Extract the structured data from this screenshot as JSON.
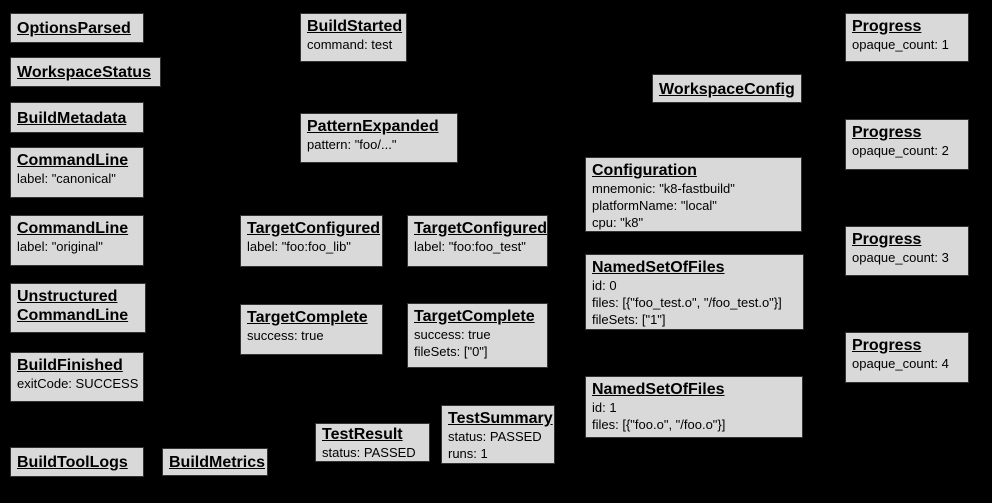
{
  "diagram": {
    "description": "Bazel Build Event Protocol event graph",
    "colors": {
      "background": "#000000",
      "node_fill": "#d9d9d9",
      "node_border": "#333333",
      "text": "#000000"
    }
  },
  "nodes": {
    "optionsParsed": {
      "title": "OptionsParsed"
    },
    "workspaceStatus": {
      "title": "WorkspaceStatus"
    },
    "buildMetadata": {
      "title": "BuildMetadata"
    },
    "commandLineCanonical": {
      "title": "CommandLine",
      "line1": "label: \"canonical\""
    },
    "commandLineOriginal": {
      "title": "CommandLine",
      "line1": "label: \"original\""
    },
    "unstructuredCommandLine": {
      "title": "Unstructured",
      "title2": "CommandLine"
    },
    "buildFinished": {
      "title": "BuildFinished",
      "line1": "exitCode: SUCCESS"
    },
    "buildToolLogs": {
      "title": "BuildToolLogs"
    },
    "buildMetrics": {
      "title": "BuildMetrics"
    },
    "buildStarted": {
      "title": "BuildStarted",
      "line1": "command: test"
    },
    "patternExpanded": {
      "title": "PatternExpanded",
      "line1": "pattern: \"foo/...\""
    },
    "targetConfiguredLib": {
      "title": "TargetConfigured",
      "line1": "label: \"foo:foo_lib\""
    },
    "targetConfiguredTest": {
      "title": "TargetConfigured",
      "line1": "label: \"foo:foo_test\""
    },
    "targetCompleteLib": {
      "title": "TargetComplete",
      "line1": "success: true"
    },
    "targetCompleteTest": {
      "title": "TargetComplete",
      "line1": "success: true",
      "line2": "fileSets: [\"0\"]"
    },
    "testResult": {
      "title": "TestResult",
      "line1": "status: PASSED"
    },
    "testSummary": {
      "title": "TestSummary",
      "line1": "status: PASSED",
      "line2": "runs: 1"
    },
    "workspaceConfig": {
      "title": "WorkspaceConfig"
    },
    "configuration": {
      "title": "Configuration",
      "line1": "mnemonic: \"k8-fastbuild\"",
      "line2": "platformName: \"local\"",
      "line3": "cpu: \"k8\""
    },
    "namedSetOfFiles0": {
      "title": "NamedSetOfFiles",
      "line1": "id: 0",
      "line2": "files: [{\"foo_test.o\", \"/foo_test.o\"}]",
      "line3": "fileSets: [\"1\"]"
    },
    "namedSetOfFiles1": {
      "title": "NamedSetOfFiles",
      "line1": "id: 1",
      "line2": "files: [{\"foo.o\", \"/foo.o\"}]"
    },
    "progress1": {
      "title": "Progress",
      "line1": "opaque_count: 1"
    },
    "progress2": {
      "title": "Progress",
      "line1": "opaque_count: 2"
    },
    "progress3": {
      "title": "Progress",
      "line1": "opaque_count: 3"
    },
    "progress4": {
      "title": "Progress",
      "line1": "opaque_count: 4"
    }
  }
}
